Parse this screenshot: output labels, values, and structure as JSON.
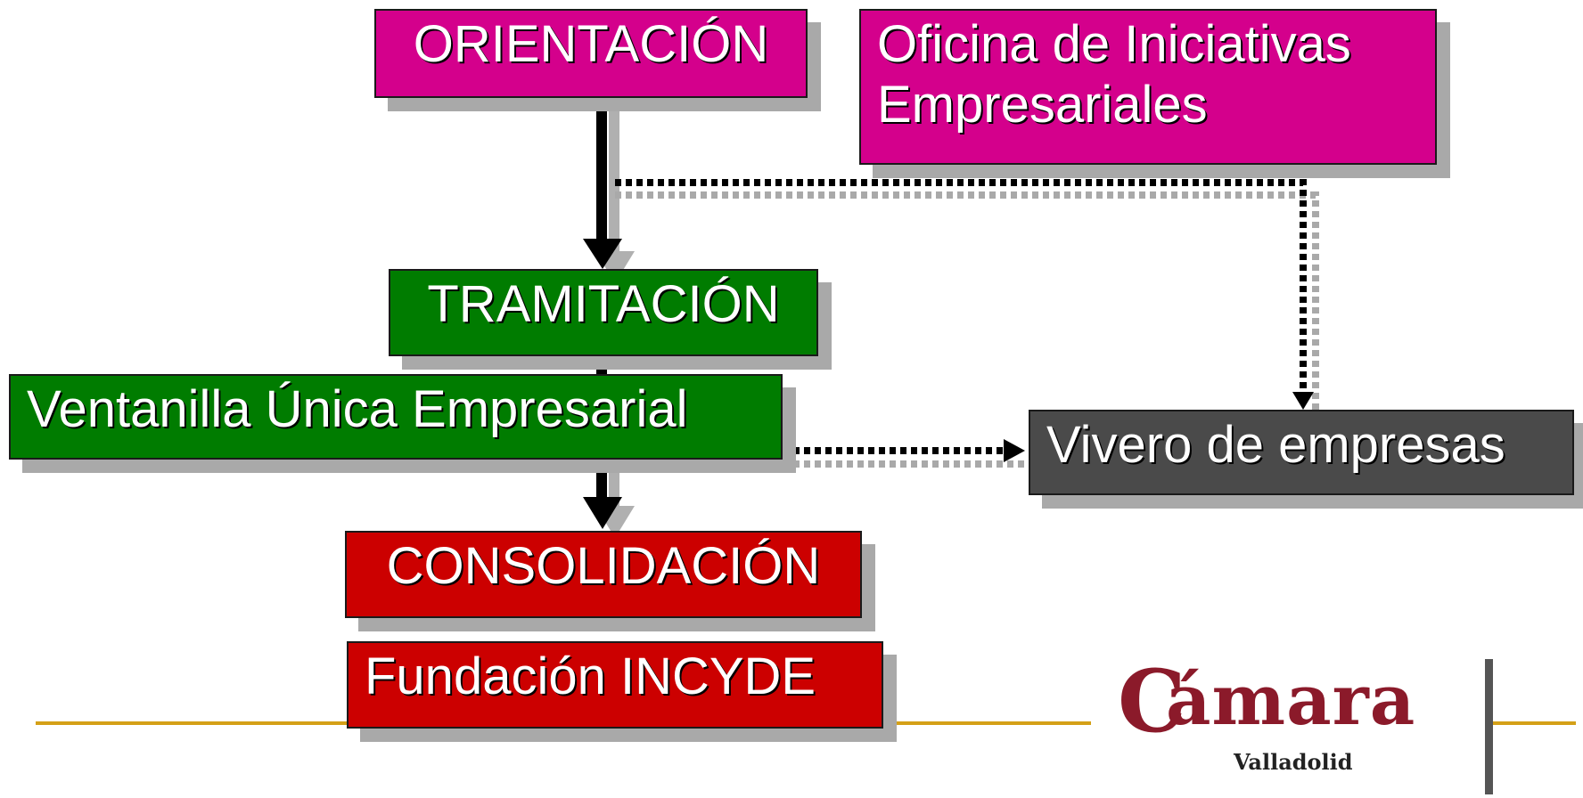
{
  "colors": {
    "orientacion": "#d4008c",
    "tramitacion": "#007c00",
    "consolidacion": "#cc0000",
    "vivero": "#4a4a4a",
    "rule_line": "#d4a017",
    "logo_accent": "#8b1a2a"
  },
  "nodes": {
    "orientacion": "ORIENTACIÓN",
    "oficina": [
      "Oficina de Iniciativas",
      "Empresariales"
    ],
    "tramitacion": "TRAMITACIÓN",
    "ventanilla": "Ventanilla Única Empresarial",
    "vivero": "Vivero de empresas",
    "consolidacion": "CONSOLIDACIÓN",
    "incyde": "Fundación INCYDE"
  },
  "logo": {
    "initial": "C",
    "word": "ámara",
    "city": "Valladolid"
  }
}
